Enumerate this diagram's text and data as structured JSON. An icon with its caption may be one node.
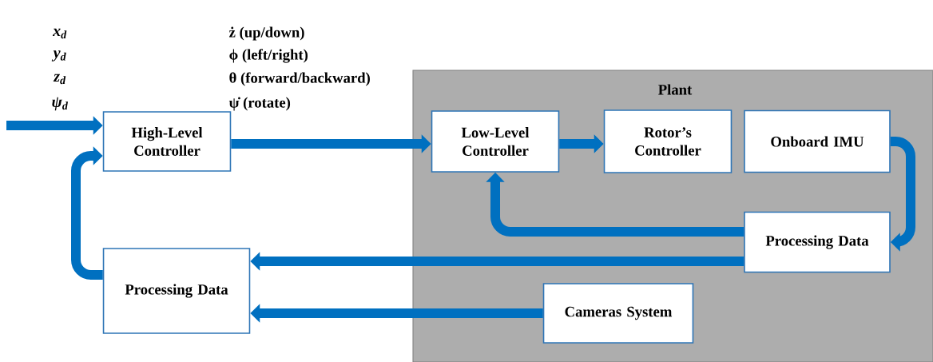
{
  "diagram": {
    "nodes": [
      {
        "text": [
          "Plant"
        ]
      },
      {
        "text": [
          "High-Level Controller"
        ]
      },
      {
        "text": [
          "Low-Level Controller"
        ],
        "in": 0
      },
      {
        "text": [
          "Rotor’s Controller"
        ],
        "in": 0
      },
      {
        "text": [
          "Onboard IMU"
        ],
        "in": 0
      },
      {
        "text": [
          "Processing Data"
        ],
        "in": 0
      },
      {
        "text": [
          "Processing Data"
        ]
      },
      {
        "text": [
          "Cameras System"
        ],
        "in": 0
      }
    ],
    "edges": [
      {
        "from": null,
        "to": 1,
        "arrow": "to"
      },
      {
        "from": 1,
        "to": 2,
        "arrow": "to"
      },
      {
        "from": 2,
        "to": 3,
        "arrow": "to"
      },
      {
        "from": 4,
        "to": 5,
        "arrow": "to"
      },
      {
        "from": 5,
        "to": 2,
        "arrow": "to"
      },
      {
        "from": 5,
        "to": 6,
        "arrow": "to"
      },
      {
        "from": 7,
        "to": 6,
        "arrow": "to"
      },
      {
        "from": 6,
        "to": 1,
        "arrow": "to"
      }
    ],
    "labels": [
      "x$_{d}$",
      "ż (up/down)",
      "y$_{d}$",
      "ϕ (left/right)",
      "z$_{d}$",
      "θ (forward/backward)",
      "ψ$_{d}$",
      "ψ̇ (rotate)"
    ]
  }
}
